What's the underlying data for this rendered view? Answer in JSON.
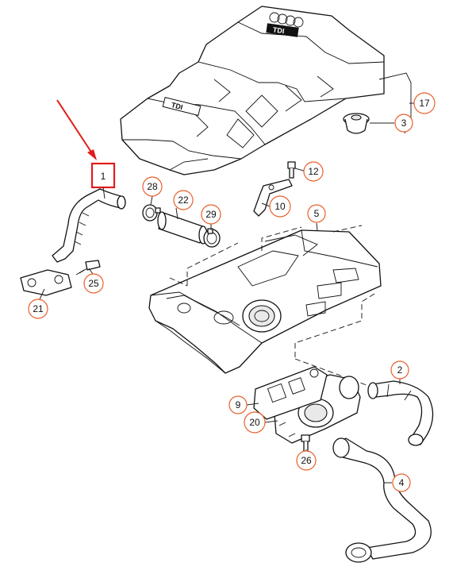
{
  "highlight_color": "#e21b1b",
  "callout_color": "#e8602c",
  "cover_badge_front": "TDI",
  "cover_badge_side": "TDI",
  "callouts": {
    "c1": "1",
    "c2": "2",
    "c3": "3",
    "c4": "4",
    "c5": "5",
    "c9": "9",
    "c10": "10",
    "c12": "12",
    "c17": "17",
    "c20": "20",
    "c21": "21",
    "c22": "22",
    "c25": "25",
    "c26": "26",
    "c28": "28",
    "c29": "29"
  }
}
